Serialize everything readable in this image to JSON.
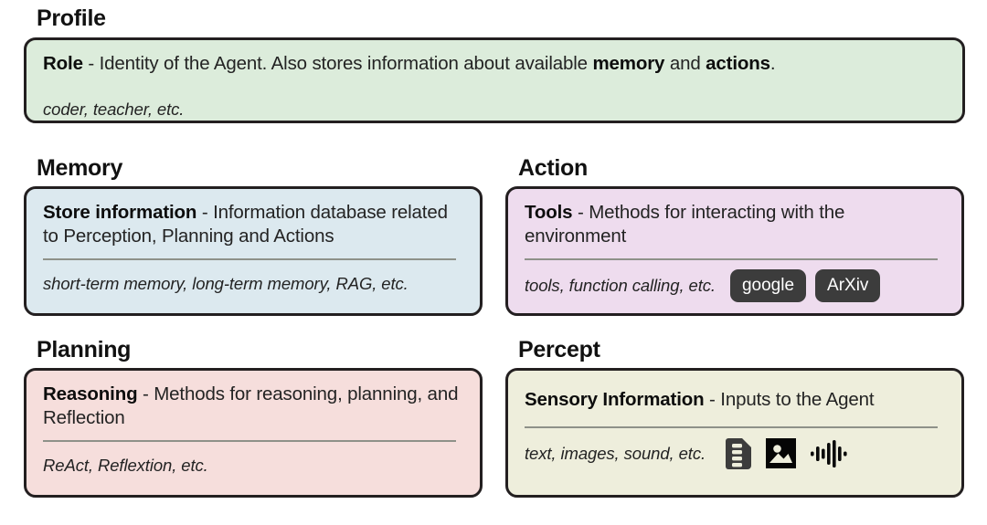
{
  "diagram": {
    "title_semantic": "llm-agent-components",
    "colors": {
      "profile_bg": "#dcecdb",
      "memory_bg": "#dce9ef",
      "action_bg": "#eedcee",
      "planning_bg": "#f6dedc",
      "percept_bg": "#eeeedc",
      "border": "#231f20",
      "divider": "#8e9189",
      "badge_bg": "#3c3c3c",
      "badge_text": "#ffffff",
      "text": "#232323"
    }
  },
  "sections": {
    "profile": {
      "heading": "Profile",
      "term": "Role",
      "dash": " - ",
      "desc_part1": "Identity of the Agent. Also stores information about available ",
      "emph1": "memory",
      "desc_part2": " and ",
      "emph2": "actions",
      "desc_part3": ".",
      "examples": "coder, teacher, etc."
    },
    "memory": {
      "heading": "Memory",
      "term": "Store information",
      "dash": " - ",
      "desc": "Information database related to Perception, Planning and Actions",
      "examples": "short-term memory, long-term memory, RAG, etc."
    },
    "action": {
      "heading": "Action",
      "term": "Tools",
      "dash": " - ",
      "desc": "Methods for interacting with the environment",
      "examples": "tools, function calling, etc.",
      "badges": [
        {
          "label": "google",
          "name": "badge-google"
        },
        {
          "label": "ArXiv",
          "name": "badge-arxiv"
        }
      ]
    },
    "planning": {
      "heading": "Planning",
      "term": "Reasoning",
      "dash": " - ",
      "desc": "Methods for reasoning, planning, and Reflection",
      "examples": "ReAct, Reflextion, etc."
    },
    "percept": {
      "heading": "Percept",
      "term": "Sensory Information",
      "dash": " - ",
      "desc": "Inputs to the Agent",
      "examples": "text, images, sound, etc.",
      "icons": [
        {
          "name": "document-icon",
          "meaning": "text"
        },
        {
          "name": "image-icon",
          "meaning": "images"
        },
        {
          "name": "sound-wave-icon",
          "meaning": "sound"
        }
      ]
    }
  }
}
